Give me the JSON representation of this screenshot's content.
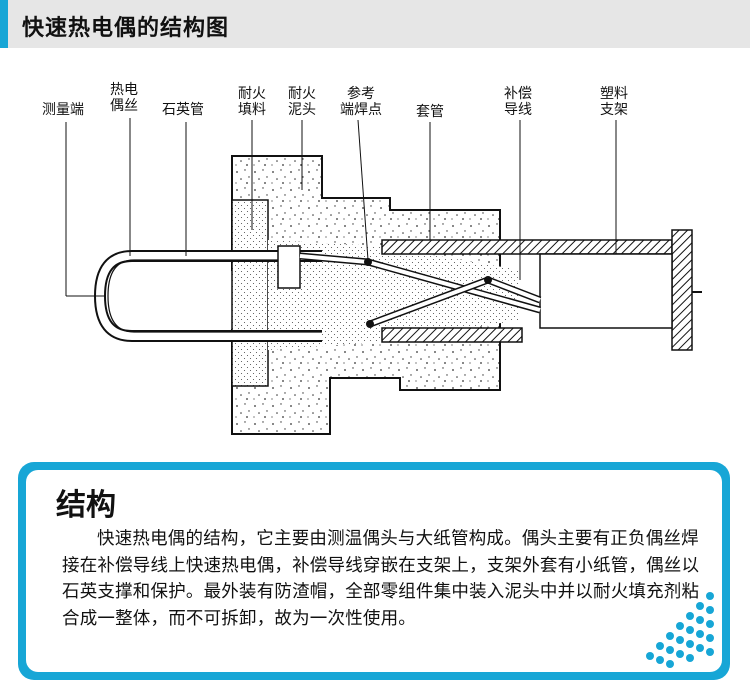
{
  "header": {
    "title": "快速热电偶的结构图"
  },
  "diagram": {
    "labels": {
      "measuring_end": "测量端",
      "thermocouple_wire_1": "热电",
      "thermocouple_wire_2": "偶丝",
      "quartz_tube": "石英管",
      "refractory_filler_1": "耐火",
      "refractory_filler_2": "填料",
      "refractory_mud_head_1": "耐火",
      "refractory_mud_head_2": "泥头",
      "reference_junction_1": "参考",
      "reference_junction_2": "端焊点",
      "sleeve": "套管",
      "compensating_wire_1": "补偿",
      "compensating_wire_2": "导线",
      "plastic_bracket_1": "塑料",
      "plastic_bracket_2": "支架"
    }
  },
  "structure": {
    "title": "结构",
    "body": "快速热电偶的结构，它主要由测温偶头与大纸管构成。偶头主要有正负偶丝焊接在补偿导线上快速热电偶，补偿导线穿嵌在支架上，支架外套有小纸管，偶丝以石英支撑和保护。最外装有防渣帽，全部零组件集中装入泥头中并以耐火填充剂粘合成一整体，而不可拆卸，故为一次性使用。"
  },
  "colors": {
    "accent": "#17a6d6",
    "header_bg": "#e6e6e6"
  }
}
